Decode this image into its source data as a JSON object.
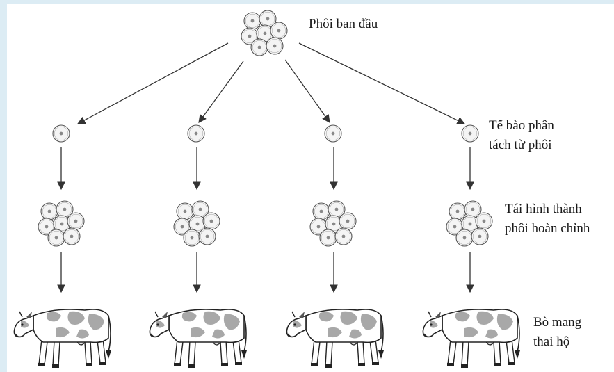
{
  "labels": {
    "original_embryo": "Phôi ban đầu",
    "separated_cells_line1": "Tế bào phân",
    "separated_cells_line2": "tách từ phôi",
    "reformed_embryo_line1": "Tái hình thành",
    "reformed_embryo_line2": "phôi hoàn chỉnh",
    "surrogate_cow_line1": "Bò mang",
    "surrogate_cow_line2": "thai hộ"
  },
  "colors": {
    "background": "#dcecf4",
    "panel": "#ffffff",
    "line": "#333333",
    "cell_fill": "#f4f4f4",
    "cow_patch": "#a8a8a8"
  },
  "columns": 4
}
